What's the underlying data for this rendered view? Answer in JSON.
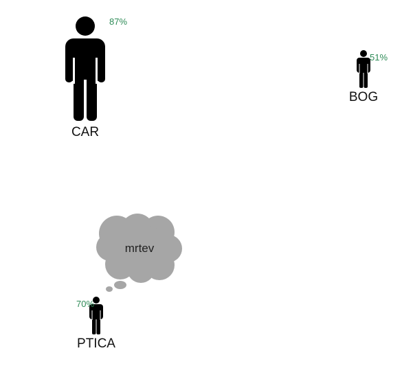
{
  "figures": [
    {
      "name": "CAR",
      "percent": "87%"
    },
    {
      "name": "BOG",
      "percent": "51%"
    },
    {
      "name": "PTICA",
      "percent": "70%"
    }
  ],
  "thought_bubble": {
    "text": "mrtev"
  },
  "colors": {
    "figure": "#000000",
    "percent": "#2e8b57",
    "bubble": "#a6a6a6",
    "name": "#111111"
  },
  "icons": {
    "figure": "person-icon",
    "bubble": "thought-bubble-icon"
  }
}
